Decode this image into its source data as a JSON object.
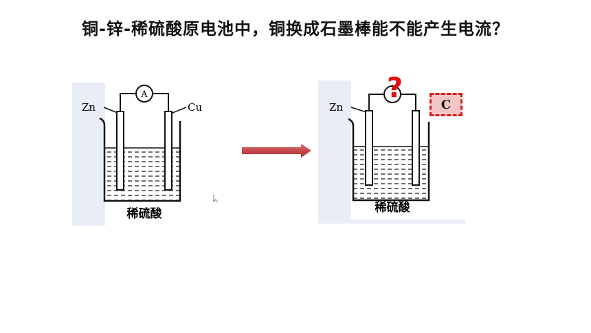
{
  "title": "铜-锌-稀硫酸原电池中，铜换成石墨棒能不能产生电流？",
  "left_diagram": {
    "ammeter": "A",
    "electrode_left": "Zn",
    "electrode_right": "Cu",
    "solution": "稀硫酸"
  },
  "right_diagram": {
    "electrode_left": "Zn",
    "electrode_right": "C",
    "solution": "稀硫酸",
    "question_mark": "?"
  },
  "colors": {
    "highlight": "#d81c1c",
    "arrow": "#c0393b",
    "panel_bg": "#e9edf8"
  }
}
